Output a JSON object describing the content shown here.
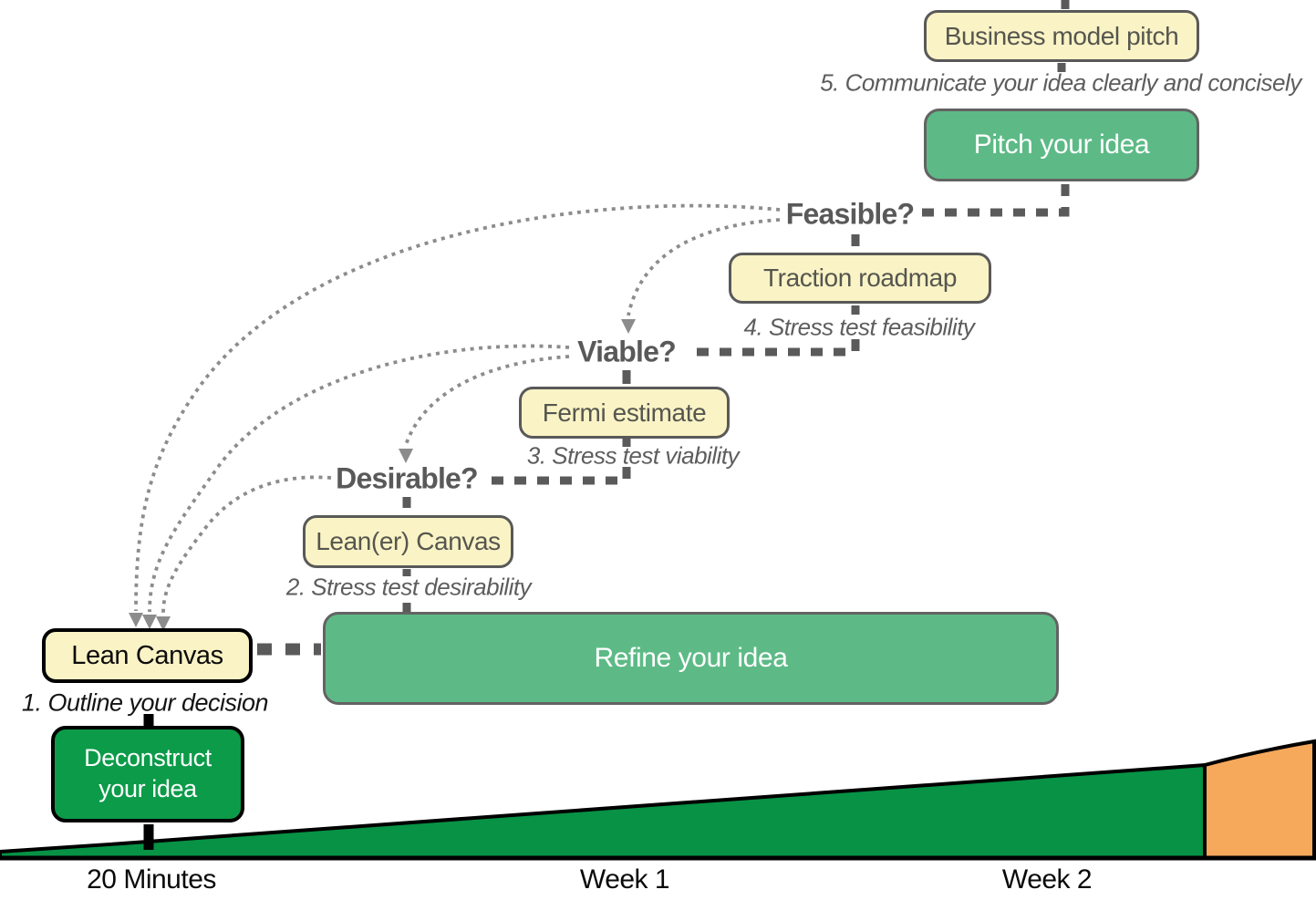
{
  "diagram": {
    "title_hint": "Idea stress-testing staircase with return loops to Lean Canvas",
    "boxes": {
      "business_model_pitch": {
        "label": "Business model pitch"
      },
      "pitch_your_idea": {
        "label": "Pitch your idea"
      },
      "traction_roadmap": {
        "label": "Traction roadmap"
      },
      "fermi_estimate": {
        "label": "Fermi estimate"
      },
      "leaner_canvas": {
        "label": "Lean(er) Canvas"
      },
      "lean_canvas": {
        "label": "Lean Canvas"
      },
      "refine_your_idea": {
        "label": "Refine your idea"
      },
      "deconstruct_your_idea": {
        "label_line1": "Deconstruct",
        "label_line2": "your idea"
      }
    },
    "questions": {
      "feasible": "Feasible?",
      "viable": "Viable?",
      "desirable": "Desirable?"
    },
    "captions": {
      "step5": "5. Communicate your idea clearly and concisely",
      "step4": "4. Stress test feasibility",
      "step3": "3. Stress test viability",
      "step2": "2. Stress test desirability",
      "step1": "1. Outline your decision"
    },
    "timeline": {
      "labels": [
        "20 Minutes",
        "Week 1",
        "Week 2"
      ]
    },
    "colors": {
      "cream_box_fill": "#FAF3C5",
      "gray_border": "#595959",
      "medium_green_box": "#5DBA86",
      "bright_green_box": "#0C9B49",
      "wedge_green": "#079245",
      "wedge_orange": "#F6A85B",
      "dotted_arc_gray": "#8C8C8C",
      "dash_gray": "#5A5A5A",
      "black": "#000000"
    }
  }
}
